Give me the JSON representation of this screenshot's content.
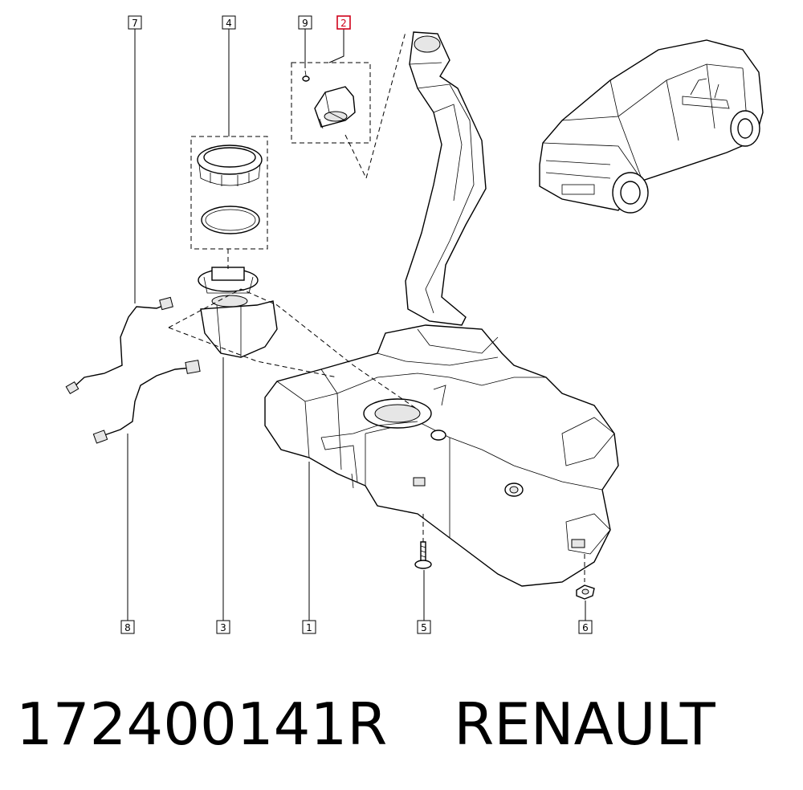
{
  "callouts": {
    "c1": "1",
    "c2": "2",
    "c3": "3",
    "c4": "4",
    "c5": "5",
    "c6": "6",
    "c7": "7",
    "c8": "8",
    "c9": "9"
  },
  "highlight_color": "#d0021b",
  "caption": {
    "part_number": "172400141R",
    "brand": "RENAULT"
  }
}
